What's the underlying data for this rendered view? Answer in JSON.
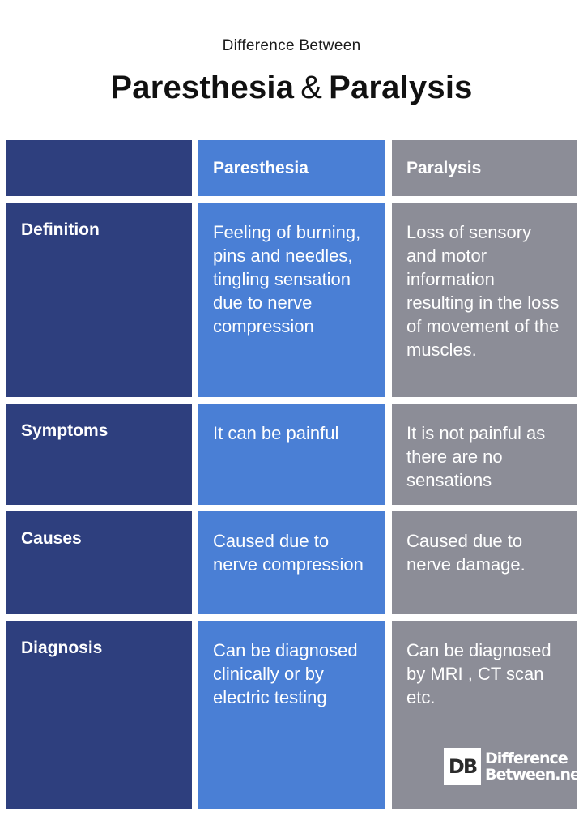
{
  "header": {
    "supertitle": "Difference Between",
    "title_left": "Paresthesia",
    "title_amp": "&",
    "title_right": "Paralysis"
  },
  "table": {
    "columns": [
      "",
      "Paresthesia",
      "Paralysis"
    ],
    "rows": [
      {
        "label": "Definition",
        "paresthesia": "Feeling of burning, pins and needles, tingling sensation due to nerve compression",
        "paralysis": "Loss of sensory and motor information resulting in the loss of movement of the muscles."
      },
      {
        "label": "Symptoms",
        "paresthesia": "It can be painful",
        "paralysis": "It is not painful as there are no sensations"
      },
      {
        "label": "Causes",
        "paresthesia": "Caused due to nerve compression",
        "paralysis": "Caused due to nerve damage."
      },
      {
        "label": "Diagnosis",
        "paresthesia": "Can be diagnosed clinically or by electric testing",
        "paralysis": "Can be diagnosed by MRI , CT scan etc."
      }
    ]
  },
  "logo": {
    "mark": "DB",
    "line1": "Difference",
    "line2": "Between.net"
  },
  "colors": {
    "label_column": "#2e3f7e",
    "paresthesia_column": "#4a7fd5",
    "paralysis_column": "#8c8d97"
  }
}
